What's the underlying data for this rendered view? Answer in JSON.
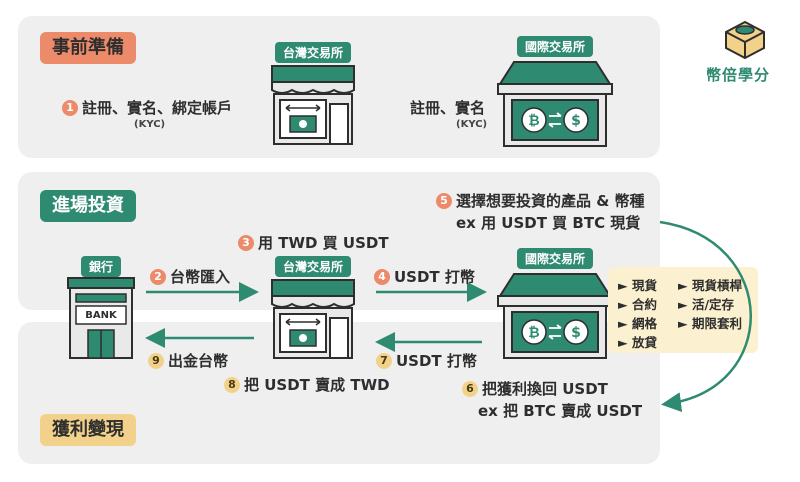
{
  "sections": {
    "prep": "事前準備",
    "invest": "進場投資",
    "cashout": "獲利變現"
  },
  "brand": {
    "name": "幣倍學分"
  },
  "exchanges": {
    "tw": "台灣交易所",
    "intl": "國際交易所",
    "bank": "銀行",
    "bank_sign": "BANK"
  },
  "prep": {
    "step1_num": "1",
    "step1": "註冊、實名、綁定帳戶",
    "step1_kyc": "(KYC)",
    "intl_text": "註冊、實名",
    "intl_kyc": "(KYC)"
  },
  "steps": {
    "s2": {
      "num": "2",
      "text": "台幣匯入"
    },
    "s3": {
      "num": "3",
      "text": "用 TWD 買 USDT"
    },
    "s4": {
      "num": "4",
      "text": "USDT 打幣"
    },
    "s5": {
      "num": "5",
      "line1": "選擇想要投資的產品 & 幣種",
      "line2": "ex 用 USDT 買 BTC 現貨"
    },
    "s6": {
      "num": "6",
      "line1": "把獲利換回 USDT",
      "line2": "ex 把 BTC 賣成 USDT"
    },
    "s7": {
      "num": "7",
      "text": "USDT 打幣"
    },
    "s8": {
      "num": "8",
      "text": "把 USDT 賣成 TWD"
    },
    "s9": {
      "num": "9",
      "text": "出金台幣"
    }
  },
  "products": [
    "► 現貨",
    "► 合約",
    "► 網格",
    "► 放貸",
    "► 現貨槓桿",
    "► 活/定存",
    "► 期限套利"
  ],
  "colors": {
    "green": "#2f8a72",
    "orange": "#ec8a6a",
    "yellow": "#f2d28a",
    "panel": "#efefef"
  }
}
